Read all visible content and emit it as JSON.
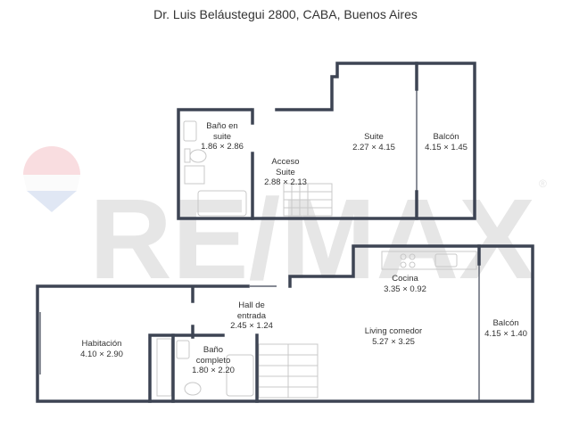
{
  "title": "Dr. Luis Beláustegui 2800, CABA, Buenos Aires",
  "watermark": {
    "text": "RE/MAX",
    "registered": "®",
    "color": "#e6e6e6"
  },
  "colors": {
    "wall": "#3d4453",
    "text": "#333333",
    "fixture": "#c8c8c8"
  },
  "rooms": {
    "bano_suite": {
      "name_1": "Baño en",
      "name_2": "suite",
      "dims": "1.86 × 2.86"
    },
    "suite": {
      "name": "Suite",
      "dims": "2.27 × 4.15"
    },
    "balcon_upper": {
      "name": "Balcón",
      "dims": "4.15 × 1.45"
    },
    "acceso_suite": {
      "name_1": "Acceso",
      "name_2": "Suite",
      "dims": "2.88 × 2.13"
    },
    "cocina": {
      "name": "Cocina",
      "dims": "3.35 × 0.92"
    },
    "hall": {
      "name_1": "Hall de",
      "name_2": "entrada",
      "dims": "2.45 × 1.24"
    },
    "living": {
      "name": "Living comedor",
      "dims": "5.27 × 3.25"
    },
    "balcon_lower": {
      "name": "Balcón",
      "dims": "4.15 × 1.40"
    },
    "habitacion": {
      "name": "Habitación",
      "dims": "4.10 × 2.90"
    },
    "bano_completo": {
      "name_1": "Baño",
      "name_2": "completo",
      "dims": "1.80 × 2.20"
    }
  }
}
